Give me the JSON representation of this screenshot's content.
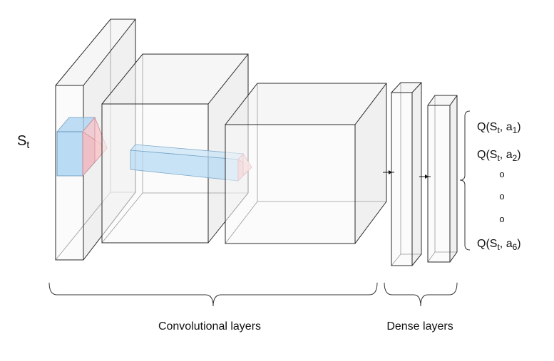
{
  "diagram": {
    "input_state": {
      "base": "S",
      "subscript": "t"
    },
    "outputs": [
      {
        "prefix": "Q(S",
        "state_sub": "t",
        "mid": ", a",
        "action_sub": "1",
        "suffix": ")"
      },
      {
        "prefix": "Q(S",
        "state_sub": "t",
        "mid": ", a",
        "action_sub": "2",
        "suffix": ")"
      },
      {
        "prefix": "Q(S",
        "state_sub": "t",
        "mid": ", a",
        "action_sub": "6",
        "suffix": ")"
      }
    ],
    "ellipsis_dots": [
      "o",
      "o",
      "o"
    ],
    "groups": {
      "convolutional": "Convolutional layers",
      "dense": "Dense layers"
    },
    "colors": {
      "kernel_blue": "#a9d3f2",
      "kernel_red": "#f4b9be",
      "edge": "#2a2a2a"
    }
  }
}
